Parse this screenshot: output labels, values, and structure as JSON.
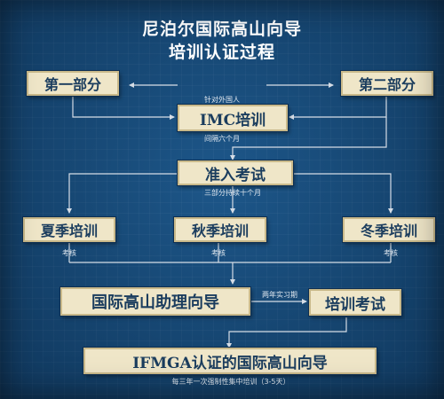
{
  "colors": {
    "background": "#174a78",
    "box_fill": "#efe6c8",
    "box_text": "#1b3d5e",
    "line": "#d6dde6"
  },
  "title": {
    "line1": "尼泊尔国际高山向导",
    "line2": "培训认证过程"
  },
  "nodes": {
    "part1": "第一部分",
    "part2": "第二部分",
    "imc": "IMC培训",
    "entrance_exam": "准入考试",
    "summer": "夏季培训",
    "autumn": "秋季培训",
    "winter": "冬季培训",
    "assistant_guide": "国际高山助理向导",
    "training_exam": "培训考试",
    "ifmga_guide": "IFMGA认证的国际高山向导"
  },
  "labels": {
    "imc_above": "针对外国人",
    "imc_below": "间隔六个月",
    "exam_below": "三部分持续十个月",
    "summer_assess": "考核",
    "autumn_assess": "考核",
    "winter_assess": "考核",
    "internship": "两年实习期",
    "refresher": "每三年一次强制性集中培训（3-5天）"
  }
}
